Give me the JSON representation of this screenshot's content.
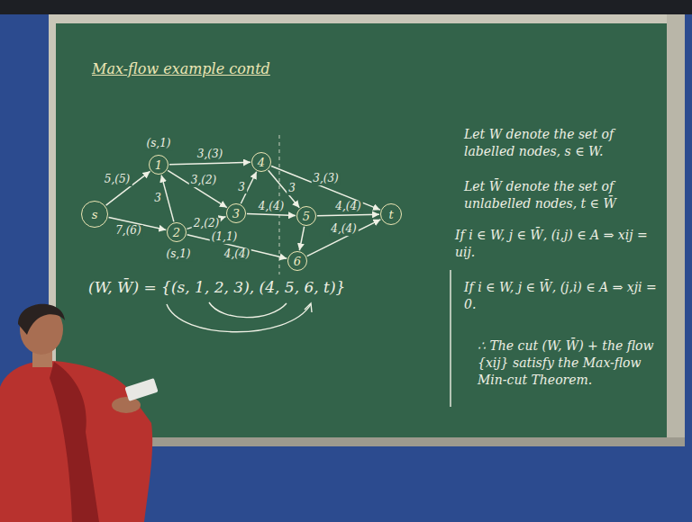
{
  "diagram": {
    "title": "Max-flow example contd",
    "nodes": [
      {
        "text": [
          "s"
        ]
      },
      {
        "text": [
          "1"
        ]
      },
      {
        "text": [
          "2"
        ]
      },
      {
        "text": [
          "3"
        ]
      },
      {
        "text": [
          "4"
        ]
      },
      {
        "text": [
          "5"
        ]
      },
      {
        "text": [
          "6"
        ]
      },
      {
        "text": [
          "t"
        ]
      }
    ],
    "edges": [
      {
        "from": 0,
        "to": 1,
        "arrow": "to",
        "label": "5,(5)"
      },
      {
        "from": 0,
        "to": 2,
        "arrow": "to",
        "label": "7,(6)"
      },
      {
        "from": 1,
        "to": 4,
        "arrow": "to",
        "label": "3,(3)"
      },
      {
        "from": 1,
        "to": 3,
        "arrow": "to",
        "label": "3,(2)"
      },
      {
        "from": 2,
        "to": 1,
        "arrow": "to",
        "label": "3"
      },
      {
        "from": 2,
        "to": 3,
        "arrow": "to",
        "label": "2,(2)"
      },
      {
        "from": 2,
        "to": 6,
        "arrow": "to",
        "label": "4,(4)"
      },
      {
        "from": 3,
        "to": 4,
        "arrow": "to",
        "label": "3"
      },
      {
        "from": 3,
        "to": 5,
        "arrow": "to",
        "label": "4,(4)"
      },
      {
        "from": 4,
        "to": 5,
        "arrow": "to",
        "label": "3"
      },
      {
        "from": 4,
        "to": 7,
        "arrow": "to",
        "label": "3,(3)"
      },
      {
        "from": 5,
        "to": 7,
        "arrow": "to",
        "label": "4,(4)"
      },
      {
        "from": 6,
        "to": 7,
        "arrow": "to",
        "label": "4,(4)"
      },
      {
        "from": 5,
        "to": 6,
        "arrow": "to"
      }
    ],
    "labels": [
      "(s,1)",
      "(s,1)",
      "(1,1)",
      "(W, W̄) = {(s, 1, 2, 3), (4, 5, 6, t)}",
      "Let W denote the set of labelled nodes, s ∈ W.",
      "Let W̄ denote the set of unlabelled nodes, t ∈ W̄",
      "If i ∈ W, j ∈ W̄, (i,j) ∈ A ⇒ xij = uij.",
      "If i ∈ W, j ∈ W̄, (j,i) ∈ A ⇒ xji = 0.",
      "∴ The cut (W, W̄) + the flow {xij} satisfy the Max-flow Min-cut Theorem."
    ]
  }
}
